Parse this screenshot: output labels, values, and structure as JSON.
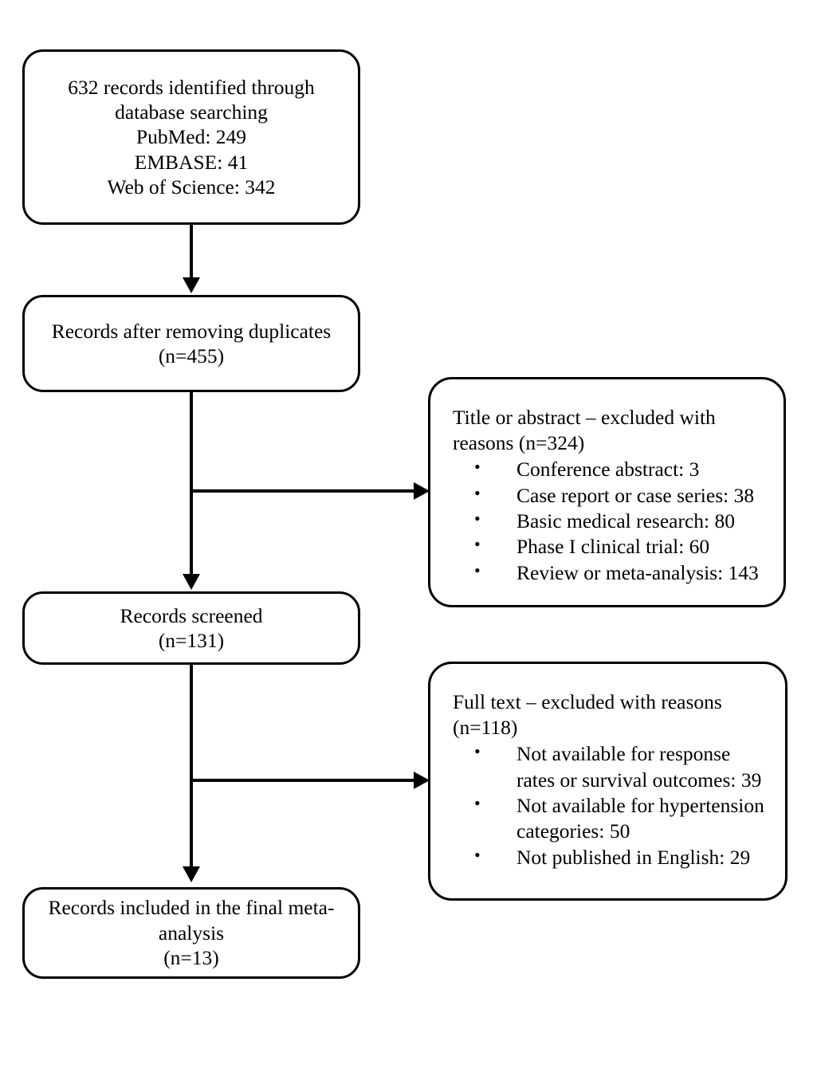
{
  "diagram": {
    "type": "prisma-flow-diagram",
    "nodes": {
      "identified": {
        "lines": [
          "632 records identified through",
          "database searching",
          "PubMed: 249",
          "EMBASE: 41",
          "Web of Science: 342"
        ],
        "count": 632,
        "sources": [
          {
            "name": "PubMed",
            "count": 249
          },
          {
            "name": "EMBASE",
            "count": 41
          },
          {
            "name": "Web of Science",
            "count": 342
          }
        ]
      },
      "duplicates_removed": {
        "lines": [
          "Records after removing duplicates",
          "(n=455)"
        ],
        "count": 455
      },
      "screened": {
        "lines": [
          "Records screened",
          "(n=131)"
        ],
        "count": 131
      },
      "included": {
        "lines": [
          "Records included in the final meta-",
          "analysis",
          "(n=13)"
        ],
        "count": 13
      }
    },
    "exclusions": {
      "title_abstract": {
        "heading": "Title or abstract – excluded with reasons (n=324)",
        "count": 324,
        "reasons": [
          "Conference abstract: 3",
          "Case report or case series: 38",
          "Basic medical research: 80",
          "Phase I clinical trial: 60",
          "Review or meta-analysis: 143"
        ]
      },
      "full_text": {
        "heading": "Full text – excluded with reasons (n=118)",
        "count": 118,
        "reasons": [
          "Not available for response rates or survival outcomes: 39",
          "Not available for hypertension categories: 50",
          "Not published in English: 29"
        ]
      }
    },
    "colors": {
      "stroke": "#000000",
      "fill": "#ffffff",
      "text": "#000000"
    }
  }
}
